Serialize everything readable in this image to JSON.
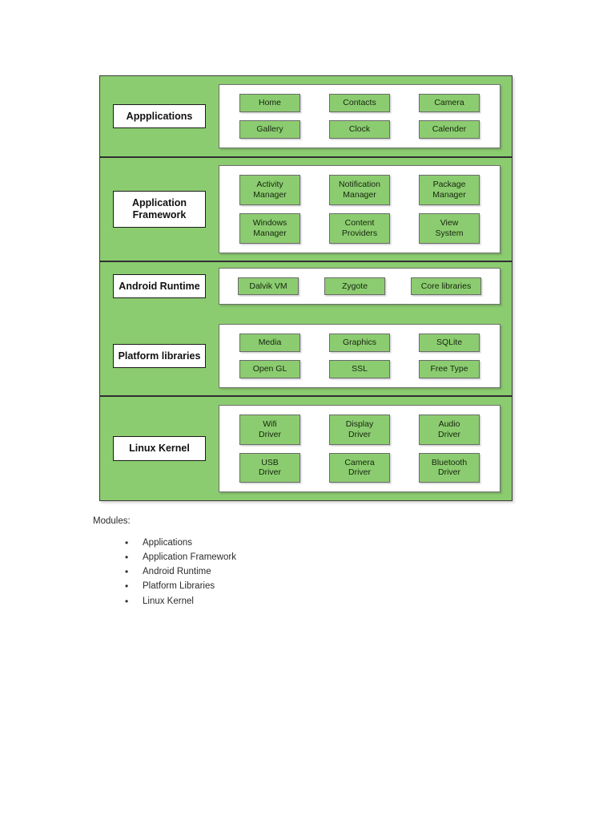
{
  "page": {
    "background": "#ffffff",
    "diagram_fill": "#8ccc70",
    "item_fill": "#8ccc70",
    "panel_fill": "#ffffff",
    "border_color": "#6a6a6a",
    "label_border": "#1b1b1b"
  },
  "diagram": {
    "layers": [
      {
        "label": "Appplications",
        "rows": [
          [
            "Home",
            "Contacts",
            "Camera"
          ],
          [
            "Gallery",
            "Clock",
            "Calender"
          ]
        ]
      },
      {
        "label": "Application\nFramework",
        "rows": [
          [
            "Activity\nManager",
            "Notification\nManager",
            "Package\nManager"
          ],
          [
            "Windows\nManager",
            "Content\nProviders",
            "View\nSystem"
          ]
        ]
      },
      {
        "label": "Android Runtime",
        "rows": [
          [
            "Dalvik VM",
            "Zygote",
            "Core libraries"
          ]
        ]
      },
      {
        "label": "Platform libraries",
        "rows": [
          [
            "Media",
            "Graphics",
            "SQLite"
          ],
          [
            "Open GL",
            "SSL",
            "Free Type"
          ]
        ]
      },
      {
        "label": "Linux Kernel",
        "rows": [
          [
            "Wifi\nDriver",
            "Display\nDriver",
            "Audio\nDriver"
          ],
          [
            "USB\nDriver",
            "Camera\nDriver",
            "Bluetooth\nDriver"
          ]
        ]
      }
    ]
  },
  "modules": {
    "title": "Modules:",
    "bullet": "•",
    "items": [
      "Applications",
      "Application Framework",
      "Android Runtime",
      "Platform Libraries",
      "Linux Kernel"
    ]
  }
}
